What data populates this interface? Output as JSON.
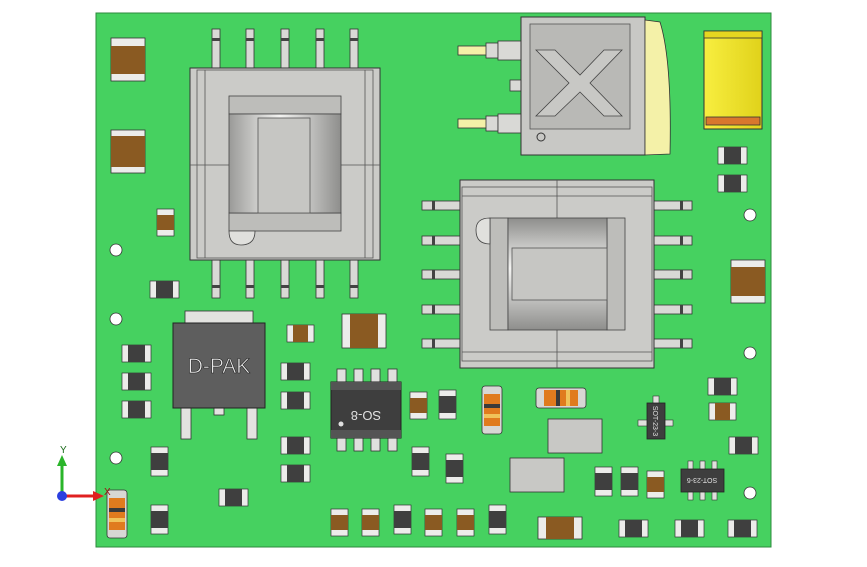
{
  "components": {
    "dpak_label": "D-PAK",
    "so8_label": "SO-8",
    "sot23_3_label": "SOT-23-3",
    "sot23_6_label": "SOT-23-6"
  },
  "axis_triad": {
    "x_label": "X",
    "y_label": "Y"
  },
  "colors": {
    "pcb": "#46d160",
    "pcb_edge": "#2c8a3c",
    "component_gray": "#c9c9c6",
    "chip_dark": "#3f3f3f",
    "capacitor_brown": "#8a5a22",
    "electrolytic_yellow": "#f4e528",
    "pad_silver": "#e4e4e2",
    "mounting_hole": "#ffffff"
  }
}
